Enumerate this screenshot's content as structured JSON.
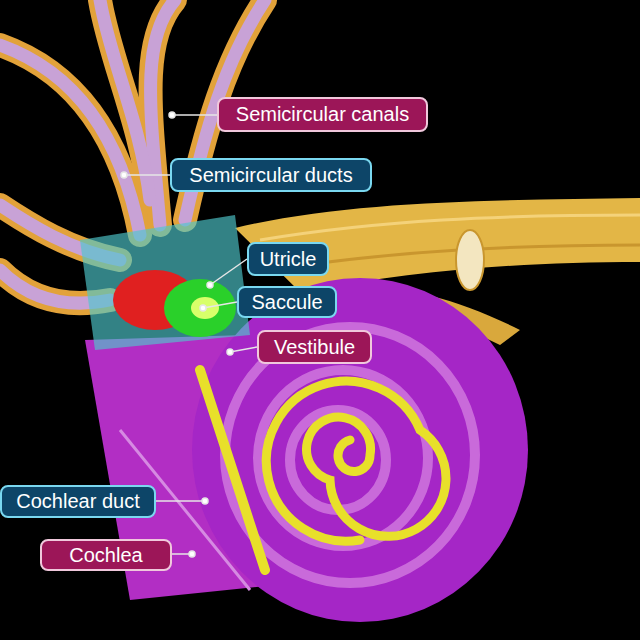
{
  "diagram": {
    "nodes": [
      {
        "text": [
          "Semicircular canals"
        ]
      },
      {
        "text": [
          "Semicircular ducts"
        ]
      },
      {
        "text": [
          "Utricle"
        ]
      },
      {
        "text": [
          "Saccule"
        ]
      },
      {
        "text": [
          "Vestibule"
        ]
      },
      {
        "text": [
          "Cochlear duct"
        ]
      },
      {
        "text": [
          "Cochlea"
        ]
      }
    ]
  }
}
